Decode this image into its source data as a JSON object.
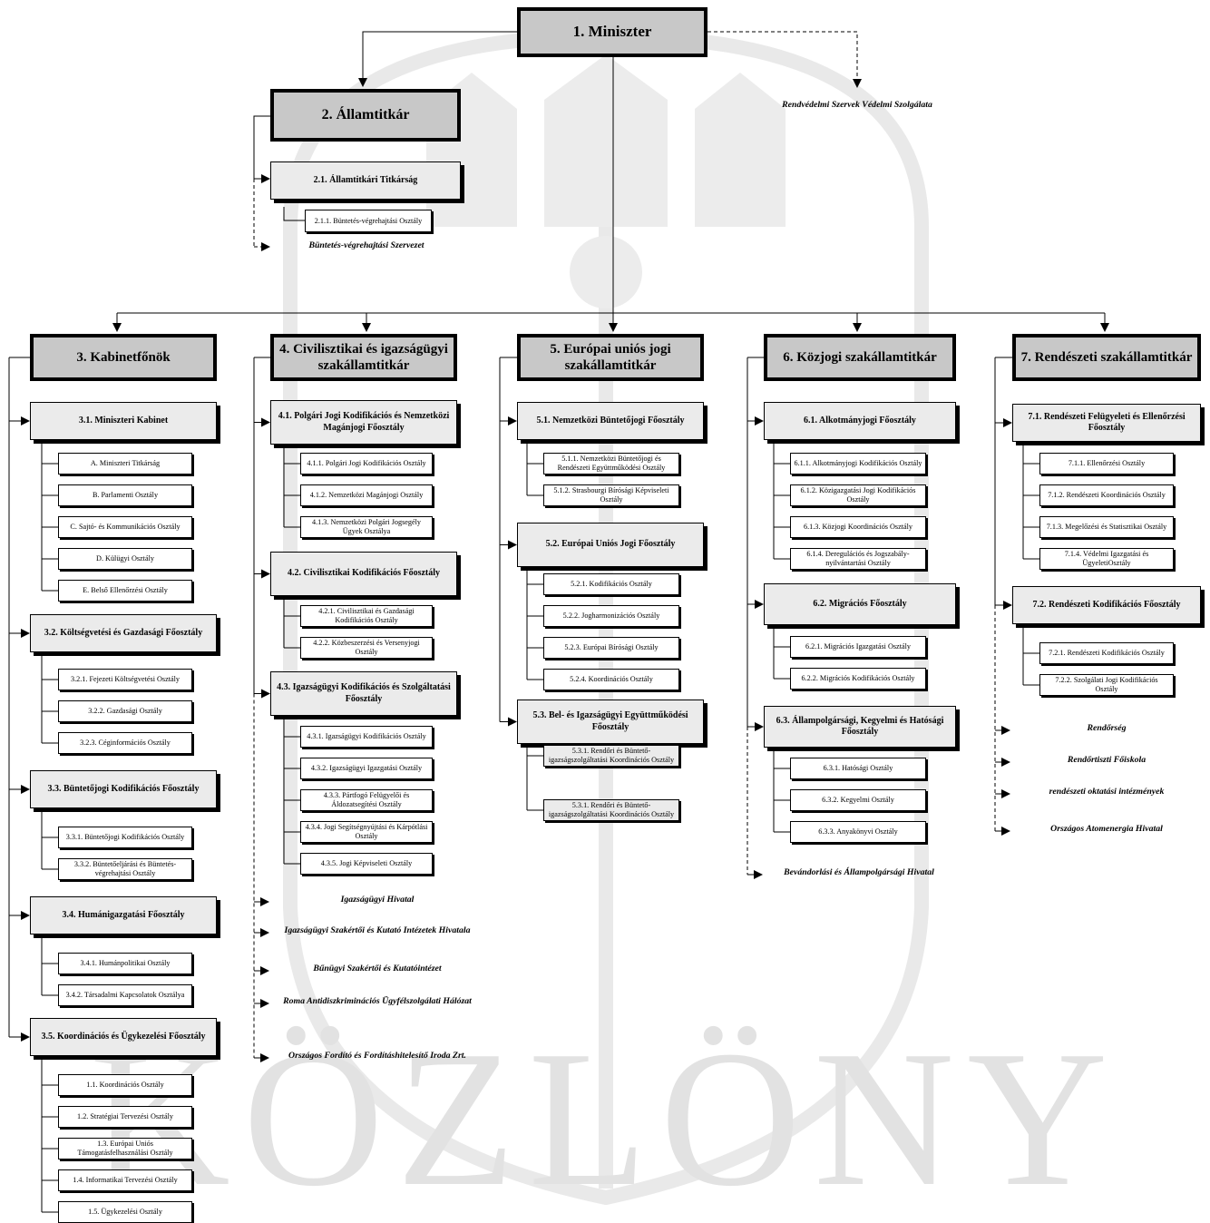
{
  "header": {
    "minister": "1. Miniszter",
    "state_secretary": "2. Államtitkár",
    "secretariat": "2.1. Államtitkári  Titkárság",
    "secretariat_unit": "2.1.1. Büntetés-végrehajtási Osztály",
    "prison_org": "Büntetés-végrehajtási Szervezet",
    "protection_service": "Rendvédelmi Szervek Védelmi Szolgálata"
  },
  "columns": [
    {
      "title": "3. Kabinetfőnök",
      "departments": [
        {
          "title": "3.1. Miniszteri Kabinet",
          "units": [
            "A. Miniszteri Titkárság",
            "B. Parlamenti Osztály",
            "C. Sajtó- és Kommunikációs Osztály",
            "D. Külügyi Osztály",
            "E. Belső Ellenőrzési Osztály"
          ]
        },
        {
          "title": "3.2. Költségvetési és Gazdasági Főosztály",
          "units": [
            "3.2.1. Fejezeti Költségvetési Osztály",
            "3.2.2. Gazdasági Osztály",
            "3.2.3. Céginformációs Osztály"
          ]
        },
        {
          "title": "3.3. Büntetőjogi Kodifikációs Főosztály",
          "units": [
            "3.3.1. Büntetőjogi Kodifikációs Osztály",
            "3.3.2. Büntetőeljárási és Büntetés-végrehajtási Osztály"
          ]
        },
        {
          "title": "3.4. Humánigazgatási Főosztály",
          "units": [
            "3.4.1. Humánpolitikai Osztály",
            "3.4.2. Társadalmi Kapcsolatok Osztálya"
          ]
        },
        {
          "title": "3.5. Koordinációs és Ügykezelési Főosztály",
          "units": [
            "1.1. Koordinációs Osztály",
            "1.2. Stratégiai Tervezési Osztály",
            "1.3. Európai Uniós Támogatásfelhasználási Osztály",
            "1.4. Informatikai Tervezési Osztály",
            "1.5. Ügykezelési Osztály"
          ]
        }
      ],
      "external": []
    },
    {
      "title": "4. Civilisztikai és igazságügyi szakállamtitkár",
      "departments": [
        {
          "title": "4.1. Polgári Jogi Kodifikációs és Nemzetközi Magánjogi Főosztály",
          "units": [
            "4.1.1. Polgári Jogi Kodifikációs Osztály",
            "4.1.2. Nemzetközi Magánjogi Osztály",
            "4.1.3. Nemzetközi Polgári Jogsegély Ügyek Osztálya"
          ]
        },
        {
          "title": "4.2. Civilisztikai Kodifikációs Főosztály",
          "units": [
            "4.2.1. Civilisztikai és Gazdasági Kodifikációs Osztály",
            "4.2.2. Közbeszerzési és Versenyjogi Osztály"
          ]
        },
        {
          "title": "4.3. Igazságügyi Kodifikációs és Szolgáltatási Főosztály",
          "units": [
            "4.3.1. Igazságügyi Kodifikációs Osztály",
            "4.3.2. Igazságügyi Igazgatási Osztály",
            "4.3.3. Pártfogó Felügyelői és Áldozatsegítési Osztály",
            "4.3.4. Jogi Segítségnyújtási és Kárpótlási Osztály",
            "4.3.5. Jogi Képviseleti Osztály"
          ]
        }
      ],
      "external": [
        "Igazságügyi Hivatal",
        "Igazságügyi Szakértői és Kutató Intézetek Hivatala",
        "Bűnügyi Szakértői és Kutatóintézet",
        "Roma Antidiszkriminációs Ügyfélszolgálati Hálózat",
        "Országos Fordító és Fordításhitelesítő Iroda Zrt."
      ]
    },
    {
      "title": "5. Európai uniós jogi szakállamtitkár",
      "departments": [
        {
          "title": "5.1. Nemzetközi Büntetőjogi Főosztály",
          "units": [
            "5.1.1. Nemzetközi Büntetőjogi és Rendészeti Együttműködési Osztály",
            "5.1.2. Strasbourgi Bírósági Képviseleti Osztály"
          ]
        },
        {
          "title": "5.2. Európai Uniós Jogi Főosztály",
          "units": [
            "5.2.1. Kodifikációs Osztály",
            "5.2.2. Jogharmonizációs Osztály",
            "5.2.3. Európai Bírósági Osztály",
            "5.2.4. Koordinációs Osztály"
          ]
        },
        {
          "title": "5.3. Bel- és Igazságügyi Együttműködési Főosztály",
          "units": [
            "5.3.1. Rendőri és Büntető-igazságszolgáltatási Koordinációs Osztály",
            "5.3.1. Rendőri és Büntető-igazságszolgáltatási Koordinációs Osztály"
          ]
        }
      ],
      "external": []
    },
    {
      "title": "6. Közjogi szakállamtitkár",
      "departments": [
        {
          "title": "6.1. Alkotmányjogi Főosztály",
          "units": [
            "6.1.1. Alkotmányjogi Kodifikációs Osztály",
            "6.1.2. Közigazgatási Jogi Kodifikációs Osztály",
            "6.1.3. Közjogi Koordinációs Osztály",
            "6.1.4. Deregulációs és Jogszabály-nyilvántartási Osztály"
          ]
        },
        {
          "title": "6.2. Migrációs Főosztály",
          "units": [
            "6.2.1. Migrációs Igazgatási Osztály",
            "6.2.2. Migrációs Kodifikációs Osztály"
          ]
        },
        {
          "title": "6.3. Állampolgársági, Kegyelmi és Hatósági Főosztály",
          "units": [
            "6.3.1. Hatósági Osztály",
            "6.3.2. Kegyelmi Osztály",
            "6.3.3. Anyakönyvi Osztály"
          ]
        }
      ],
      "external": [
        "Bevándorlási és Állampolgársági Hivatal"
      ]
    },
    {
      "title": "7. Rendészeti szakállamtitkár",
      "departments": [
        {
          "title": "7.1. Rendészeti Felügyeleti és Ellenőrzési Főosztály",
          "units": [
            "7.1.1. Ellenőrzési Osztály",
            "7.1.2. Rendészeti Koordinációs Osztály",
            "7.1.3. Megelőzési és Statisztikai Osztály",
            "7.1.4. Védelmi Igazgatási és ÜgyeletiOsztály"
          ]
        },
        {
          "title": "7.2. Rendészeti Kodifikációs Főosztály",
          "units": [
            "7.2.1. Rendészeti Kodifikációs Osztály",
            "7.2.2. Szolgálati Jogi Kodifikációs Osztály"
          ]
        }
      ],
      "external": [
        "Rendőrség",
        "Rendőrtiszti Főiskola",
        "rendészeti oktatási intézmények",
        "Országos Atomenergia Hivatal"
      ]
    }
  ],
  "watermark": {
    "text": "KÖZLÖNY"
  }
}
